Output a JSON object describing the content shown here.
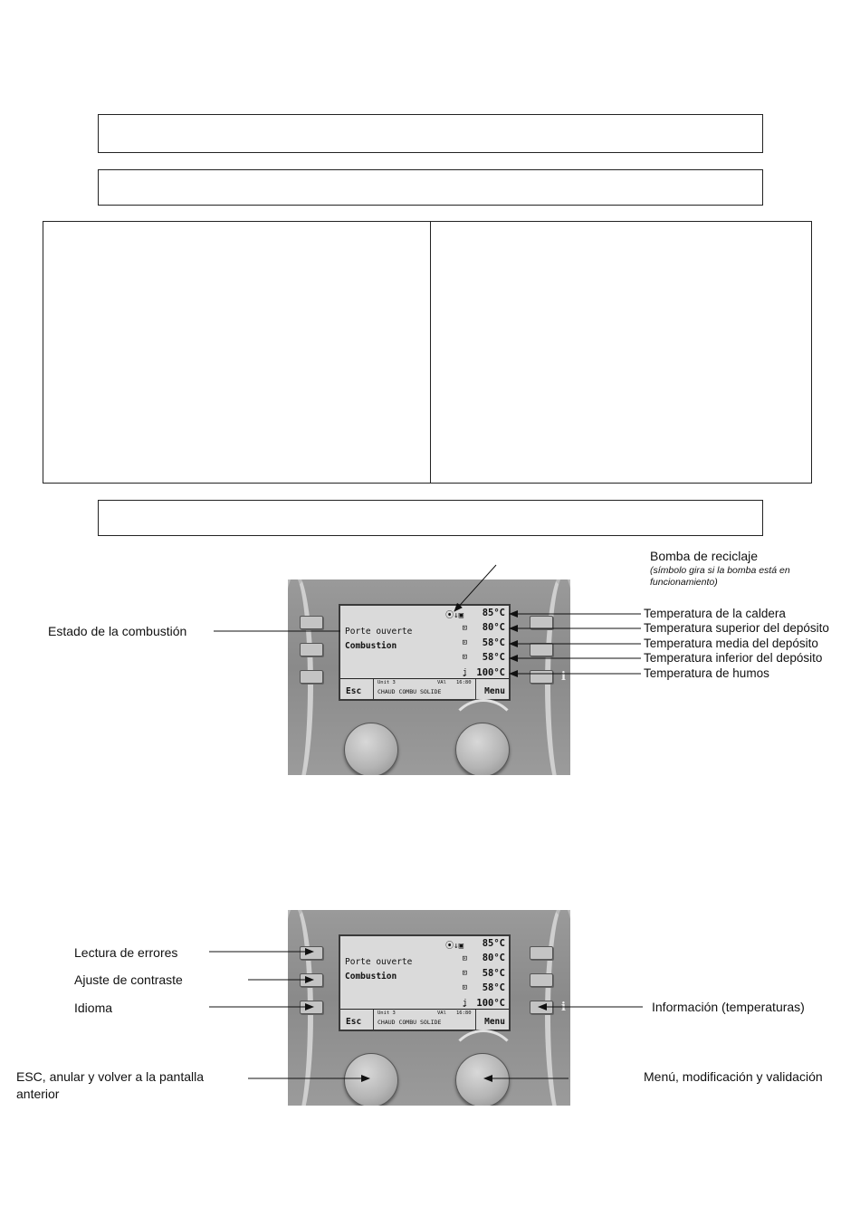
{
  "display": {
    "status_line1": "Porte ouverte",
    "status_line2": "Combustion",
    "temps": [
      "85°C",
      "80°C",
      "58°C",
      "58°C",
      "100°C"
    ],
    "temps_second": [
      "85°C",
      "80°C",
      "58°C",
      "58°C",
      "100°C"
    ],
    "esc_label": "Esc",
    "menu_label": "Menu",
    "footer_unit": "Unit 3",
    "footer_value": "VAl",
    "footer_time": "16:80",
    "footer_text": "CHAUD COMBU SOLIDE"
  },
  "figure1": {
    "pump_title": "Bomba de reciclaje",
    "pump_note": "(símbolo gira si la bomba está en funcionamiento)",
    "combustion_state": "Estado de la combustión",
    "temp_labels": [
      "Temperatura de la caldera",
      "Temperatura superior del depósito",
      "Temperatura media del depósito",
      "Temperatura inferior del depósito",
      "Temperatura de humos"
    ]
  },
  "figure2": {
    "left_labels": [
      "Lectura de errores",
      "Ajuste de contraste",
      "Idioma"
    ],
    "info_label": "Información (temperaturas)",
    "esc_label_line1": "ESC, anular y volver a la pantalla",
    "esc_label_line2": "anterior",
    "menu_label": "Menú, modificación y validación"
  },
  "icons": {
    "pump": "pump-rotating-icon",
    "boiler": "boiler-icon",
    "tank_top": "tank-top-icon",
    "tank_middle": "tank-middle-icon",
    "tank_bottom": "tank-bottom-icon",
    "flue": "flue-gas-icon",
    "info": "info-icon"
  }
}
